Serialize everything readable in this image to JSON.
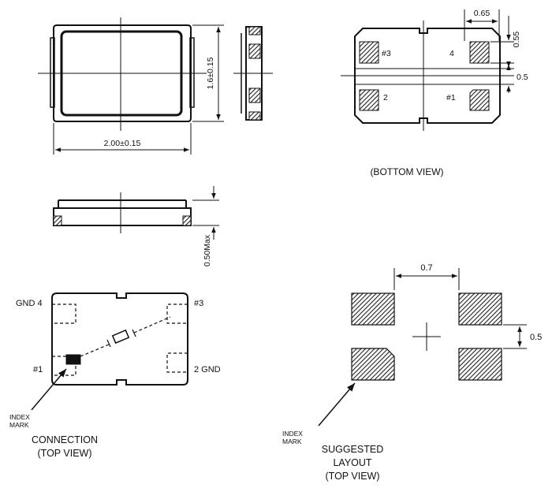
{
  "top_view": {
    "width_dim": "2.00±0.15",
    "height_dim": "1.6±0.15"
  },
  "side_view": {
    "height_dim": "0.50Max"
  },
  "bottom_view": {
    "title": "(BOTTOM VIEW)",
    "pad_width_dim": "0.65",
    "pad_height_dim": "0.55",
    "pad_gap_dim": "0.5",
    "pad_labels": [
      "#3",
      "4",
      "2",
      "#1"
    ]
  },
  "connection": {
    "pin4_label": "GND 4",
    "pin3_label": "#3",
    "pin1_label": "#1",
    "pin2_label": "2 GND",
    "index_mark_line1": "INDEX",
    "index_mark_line2": "MARK",
    "caption_line1": "CONNECTION",
    "caption_line2": "(TOP VIEW)"
  },
  "layout": {
    "pitch_dim": "0.7",
    "gap_dim": "0.5",
    "index_mark_line1": "INDEX",
    "index_mark_line2": "MARK",
    "caption_line1": "SUGGESTED",
    "caption_line2": "LAYOUT",
    "caption_line3": "(TOP VIEW)"
  }
}
